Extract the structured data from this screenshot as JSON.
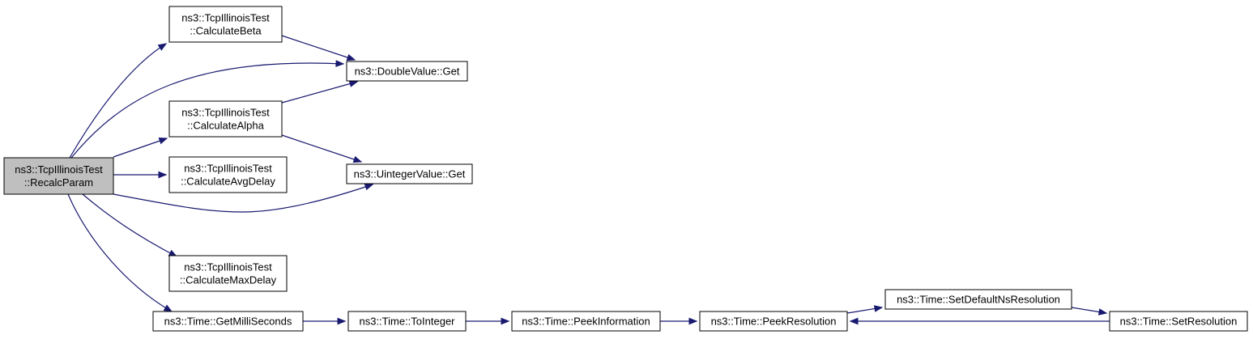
{
  "diagram": {
    "colors": {
      "edge": "#191970",
      "focus_fill": "#bfbfbf",
      "node_fill": "#ffffff",
      "node_border": "#000000"
    },
    "nodes": {
      "recalc": {
        "lines": [
          "ns3::TcpIllinoisTest",
          "::RecalcParam"
        ],
        "focus": true
      },
      "beta": {
        "lines": [
          "ns3::TcpIllinoisTest",
          "::CalculateBeta"
        ]
      },
      "alpha": {
        "lines": [
          "ns3::TcpIllinoisTest",
          "::CalculateAlpha"
        ]
      },
      "avgdelay": {
        "lines": [
          "ns3::TcpIllinoisTest",
          "::CalculateAvgDelay"
        ]
      },
      "maxdelay": {
        "lines": [
          "ns3::TcpIllinoisTest",
          "::CalculateMaxDelay"
        ]
      },
      "doubleget": {
        "lines": [
          "ns3::DoubleValue::Get"
        ]
      },
      "uintget": {
        "lines": [
          "ns3::UintegerValue::Get"
        ]
      },
      "getms": {
        "lines": [
          "ns3::Time::GetMilliSeconds"
        ]
      },
      "tointeger": {
        "lines": [
          "ns3::Time::ToInteger"
        ]
      },
      "peekinfo": {
        "lines": [
          "ns3::Time::PeekInformation"
        ]
      },
      "peekres": {
        "lines": [
          "ns3::Time::PeekResolution"
        ]
      },
      "setdefault": {
        "lines": [
          "ns3::Time::SetDefaultNsResolution"
        ]
      },
      "setres": {
        "lines": [
          "ns3::Time::SetResolution"
        ]
      }
    },
    "edges": [
      {
        "from": "recalc",
        "to": "beta"
      },
      {
        "from": "recalc",
        "to": "doubleget"
      },
      {
        "from": "recalc",
        "to": "alpha"
      },
      {
        "from": "recalc",
        "to": "avgdelay"
      },
      {
        "from": "recalc",
        "to": "uintget"
      },
      {
        "from": "recalc",
        "to": "maxdelay"
      },
      {
        "from": "recalc",
        "to": "getms"
      },
      {
        "from": "beta",
        "to": "doubleget"
      },
      {
        "from": "alpha",
        "to": "doubleget"
      },
      {
        "from": "alpha",
        "to": "uintget"
      },
      {
        "from": "getms",
        "to": "tointeger"
      },
      {
        "from": "tointeger",
        "to": "peekinfo"
      },
      {
        "from": "peekinfo",
        "to": "peekres"
      },
      {
        "from": "peekres",
        "to": "setdefault"
      },
      {
        "from": "setdefault",
        "to": "setres"
      },
      {
        "from": "setres",
        "to": "peekres"
      }
    ]
  }
}
